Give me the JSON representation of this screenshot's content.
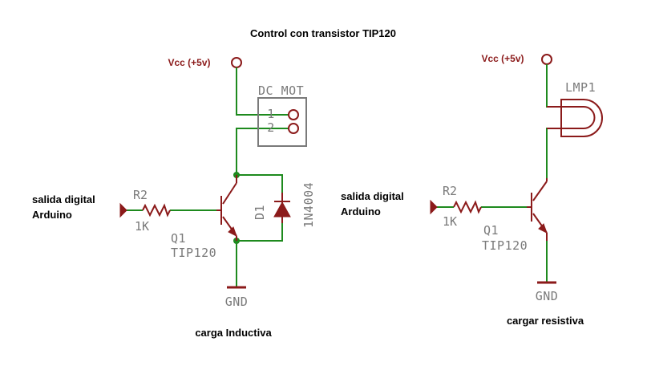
{
  "title": "Control con transistor TIP120",
  "colors": {
    "wire": "#1e8a1e",
    "symbol": "#8b1a1a",
    "part_label": "#7a7a7a",
    "text": "#000000"
  },
  "left_circuit": {
    "vcc_label": "Vcc (+5v)",
    "motor_name": "DC_MOT",
    "motor_pin1": "1",
    "motor_pin2": "2",
    "input_line1": "salida digital",
    "input_line2": "Arduino",
    "resistor_name": "R2",
    "resistor_value": "1K",
    "transistor_name": "Q1",
    "transistor_value": "TIP120",
    "diode_name": "D1",
    "diode_value": "1N4004",
    "ground_label": "GND",
    "caption": "carga Inductiva"
  },
  "right_circuit": {
    "vcc_label": "Vcc (+5v)",
    "lamp_name": "LMP1",
    "input_line1": "salida digital",
    "input_line2": "Arduino",
    "resistor_name": "R2",
    "resistor_value": "1K",
    "transistor_name": "Q1",
    "transistor_value": "TIP120",
    "ground_label": "GND",
    "caption": "cargar resistiva"
  }
}
